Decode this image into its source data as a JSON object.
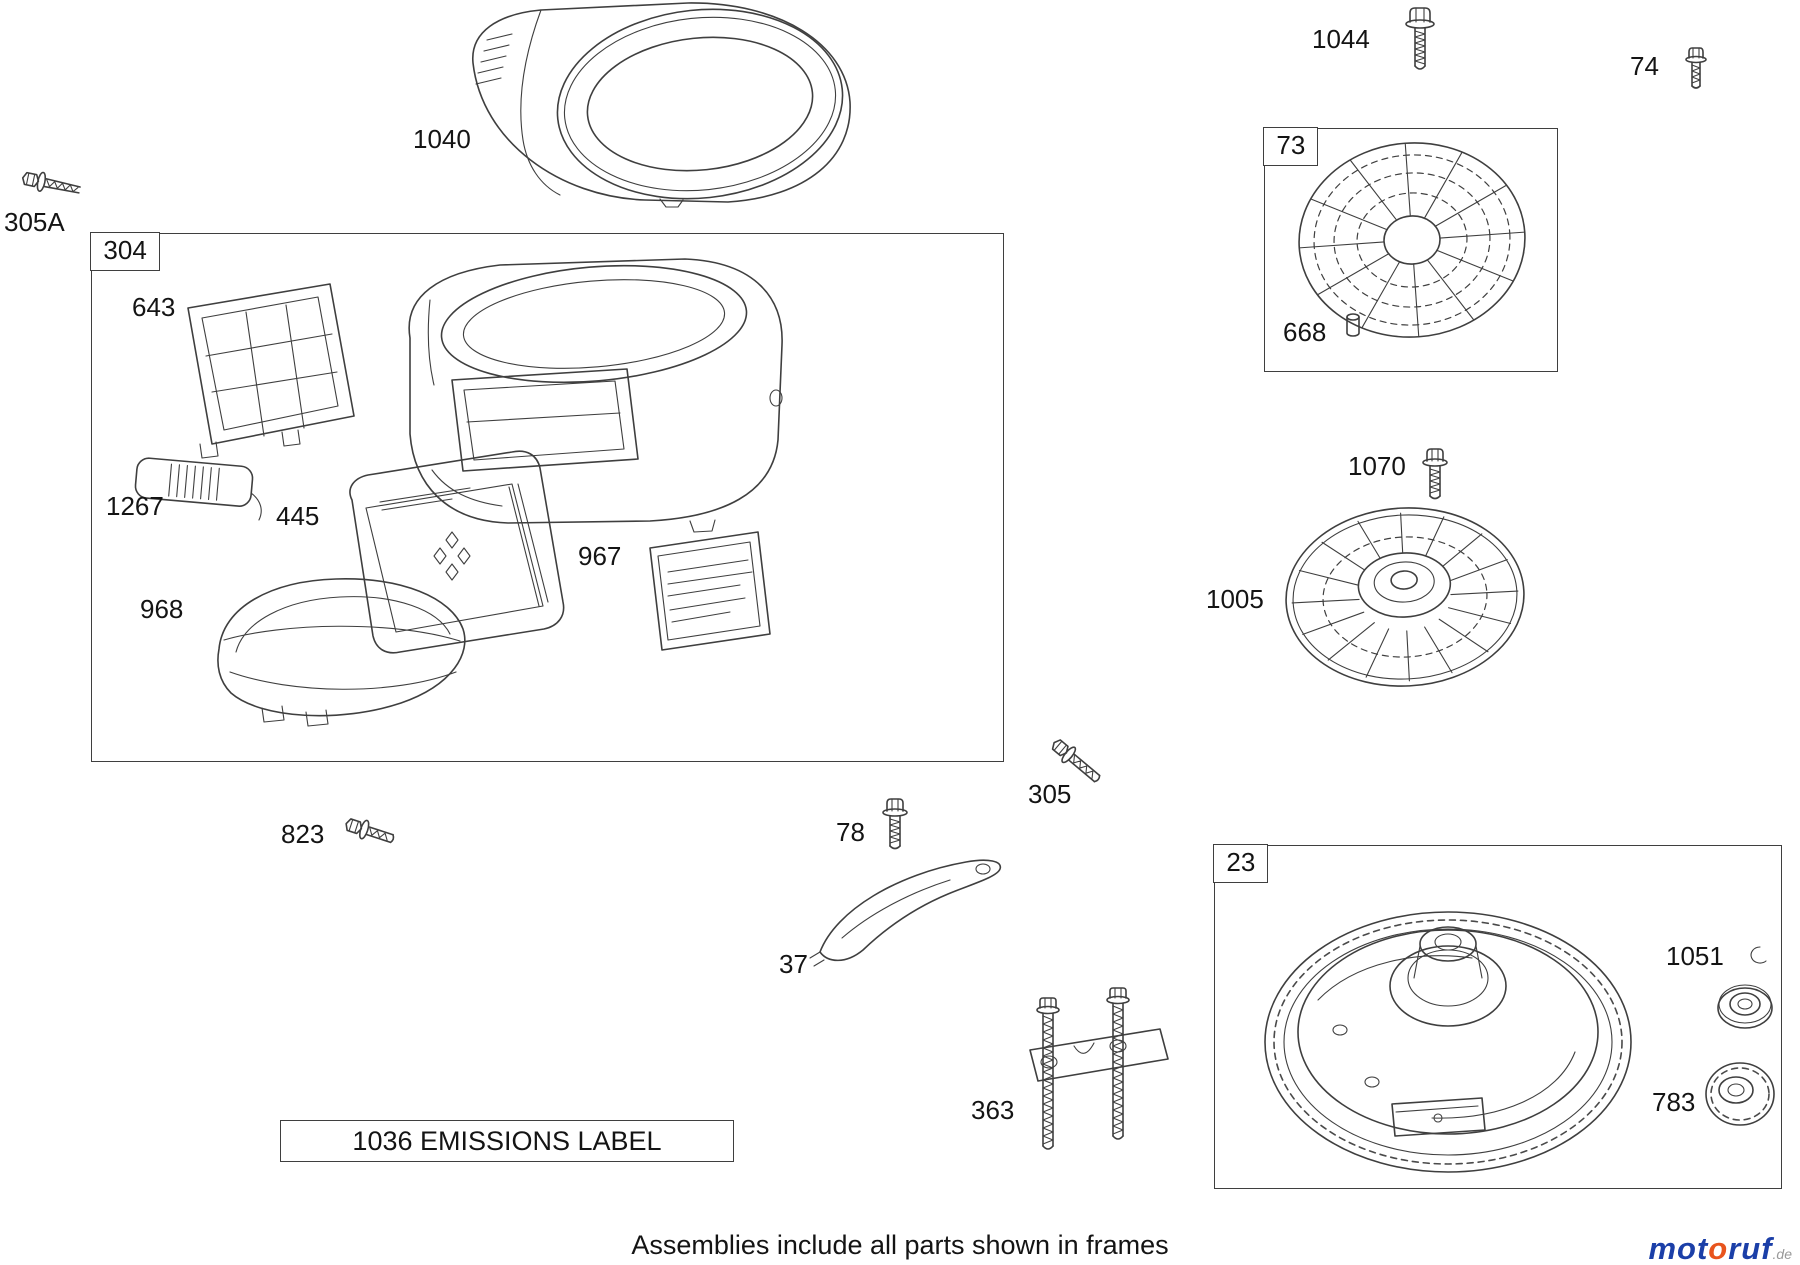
{
  "frames": {
    "f304": "304",
    "f73": "73",
    "f23": "23"
  },
  "part_labels": {
    "p305A": "305A",
    "p1040": "1040",
    "p1044": "1044",
    "p74": "74",
    "p668": "668",
    "p643": "643",
    "p1267": "1267",
    "p445": "445",
    "p967": "967",
    "p968": "968",
    "p305": "305",
    "p823": "823",
    "p78": "78",
    "p37": "37",
    "p363": "363",
    "p1070": "1070",
    "p1005": "1005",
    "p1051": "1051",
    "p783": "783"
  },
  "emissions_box": {
    "label": "1036 EMISSIONS LABEL"
  },
  "footer": {
    "note": "Assemblies include all parts shown in frames"
  },
  "logo": {
    "pre": "mot",
    "o": "o",
    "post": "ruf",
    "tld": ".de"
  },
  "colors": {
    "line": "#3f3f3f",
    "logo_blue": "#1b3fa8",
    "logo_orange": "#e8541d"
  }
}
